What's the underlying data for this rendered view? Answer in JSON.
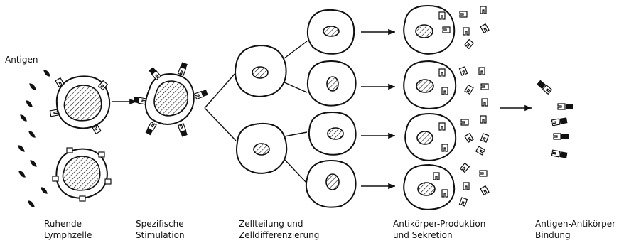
{
  "antigen_label": "Antigen",
  "stages": [
    {
      "line1": "Ruhende",
      "line2": "Lymphzelle"
    },
    {
      "line1": "Spezifische",
      "line2": "Stimulation"
    },
    {
      "line1": "Zellteilung und",
      "line2": "Zelldifferenzierung"
    },
    {
      "line1": "Antikörper-Produktion",
      "line2": "und Sekretion"
    },
    {
      "line1": "Antigen-Antikörper",
      "line2": "Bindung"
    }
  ]
}
